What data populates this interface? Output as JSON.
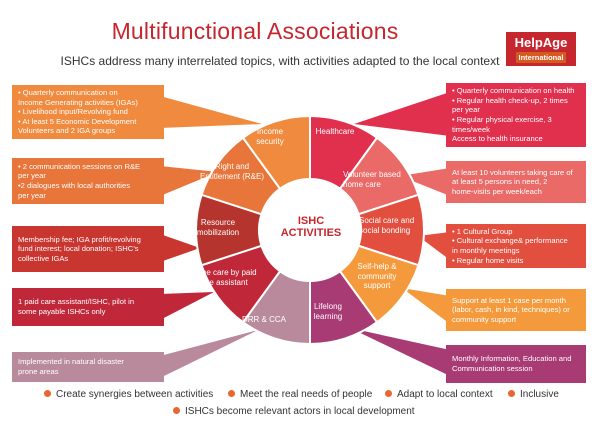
{
  "header": {
    "title": "Multifunctional Associations",
    "subtitle": "ISHCs address many interrelated topics, with activities adapted to the local context"
  },
  "logo": {
    "line1": "HelpAge",
    "line2": "International"
  },
  "center": {
    "line1": "ISHC",
    "line2": "ACTIVITIES"
  },
  "segments": [
    {
      "key": "healthcare",
      "lines": [
        "Healthcare"
      ],
      "color": "#e0304e"
    },
    {
      "key": "volunteer",
      "lines": [
        "Volunteer based",
        "home care"
      ],
      "color": "#e96a67"
    },
    {
      "key": "social",
      "lines": [
        "Social care and",
        "social bonding"
      ],
      "color": "#e24f3f"
    },
    {
      "key": "selfhelp",
      "lines": [
        "Self-help &",
        "community",
        "support"
      ],
      "color": "#f49a3c"
    },
    {
      "key": "lifelong",
      "lines": [
        "Lifelong",
        "learning"
      ],
      "color": "#a83a74"
    },
    {
      "key": "drr",
      "lines": [
        "DRR & CCA"
      ],
      "color": "#b98a9c"
    },
    {
      "key": "homecare",
      "lines": [
        "Home care by paid",
        "care assistant"
      ],
      "color": "#c0283a"
    },
    {
      "key": "resource",
      "lines": [
        "Resource",
        "mobilization"
      ],
      "color": "#b5342e"
    },
    {
      "key": "rights",
      "lines": [
        "Right and",
        "Entitlement (R&E)"
      ],
      "color": "#e8753a"
    },
    {
      "key": "income",
      "lines": [
        "Income",
        "security"
      ],
      "color": "#f08a3e"
    }
  ],
  "boxes": {
    "income": {
      "lines": [
        "• Quarterly communication on",
        "Income Generating activities (IGAs)",
        "• Livelihood input/Revolving fund",
        "• At least 5 Economic Development",
        "Volunteers and 2 IGA groups"
      ],
      "color": "#f08a3e"
    },
    "rights": {
      "lines": [
        "• 2 communication sessions on R&E",
        "per year",
        "•2 dialogues with local authorities",
        "per year"
      ],
      "color": "#e8753a"
    },
    "resource": {
      "lines": [
        "Membership fee; IGA profit/revolving",
        "fund interest; local donation; ISHC’s",
        "collective IGAs"
      ],
      "color": "#c9352f"
    },
    "homecare": {
      "lines": [
        "1 paid care assistant/ISHC, pilot in",
        "some payable ISHCs only"
      ],
      "color": "#c0283a"
    },
    "drr": {
      "lines": [
        "Implemented in natural disaster",
        "prone areas"
      ],
      "color": "#b98a9c"
    },
    "healthcare": {
      "lines": [
        "• Quarterly communication on health",
        "• Regular health check-up, 2 times",
        "per year",
        "• Regular physical exercise, 3",
        "times/week",
        "Access to health insurance"
      ],
      "color": "#e0304e"
    },
    "volunteer": {
      "lines": [
        "At least 10 volunteers taking care of",
        "at least 5 persons in need,  2",
        "home-visits per week/each"
      ],
      "color": "#e96a67"
    },
    "social": {
      "lines": [
        "• 1 Cultural Group",
        "• Cultural exchange& performance",
        "in monthly meetings",
        "• Regular home visits"
      ],
      "color": "#e24f3f"
    },
    "selfhelp": {
      "lines": [
        "Support at least 1 case per month",
        "(labor, cash, in kind, techniques) or",
        "community support"
      ],
      "color": "#f49a3c"
    },
    "lifelong": {
      "lines": [
        "Monthly Information, Education and",
        "Communication session"
      ],
      "color": "#a83a74"
    }
  },
  "footer": {
    "items": [
      "Create synergies between activities",
      "Meet the real needs of people",
      "Adapt to local context",
      "Inclusive",
      "ISHCs become relevant actors in local development"
    ],
    "dot_color": "#e8662f"
  }
}
